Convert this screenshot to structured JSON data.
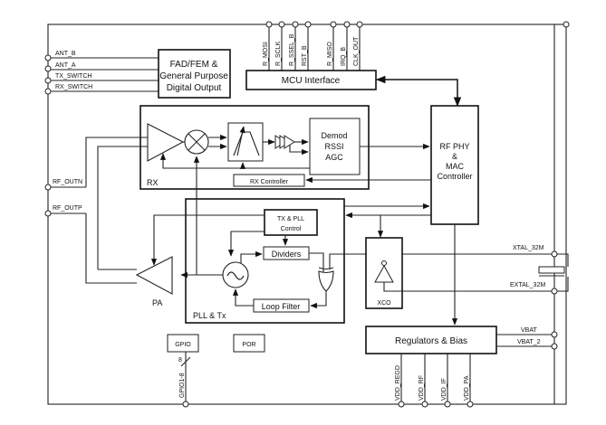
{
  "diagram": {
    "blocks": {
      "fad_fem": [
        "FAD/FEM &",
        "General Purpose",
        "Digital Output"
      ],
      "mcu_interface": "MCU Interface",
      "rx": "RX",
      "demod": [
        "Demod",
        "RSSI",
        "AGC"
      ],
      "rx_controller": "RX Controller",
      "rf_phy": [
        "RF PHY",
        "&",
        "MAC",
        "Controller"
      ],
      "tx_pll_control": [
        "TX & PLL",
        "Control"
      ],
      "dividers": "Dividers",
      "loop_filter": "Loop Filter",
      "pll_tx": "PLL & Tx",
      "pa": "PA",
      "xco": "XCO",
      "regulators": "Regulators & Bias",
      "gpio": "GPIO",
      "por": "POR"
    },
    "pins_left": [
      "ANT_B",
      "ANT_A",
      "TX_SWITCH",
      "RX_SWITCH",
      "RF_OUTN",
      "RF_OUTP"
    ],
    "pins_top": [
      "R_MOSI",
      "R_SCLK",
      "R_SSEL_B",
      "RST_B",
      "R_MISO",
      "IRQ_B",
      "CLK_OUT"
    ],
    "pins_right": [
      "XTAL_32M",
      "EXTAL_32M",
      "VBAT",
      "VBAT_2"
    ],
    "pins_bottom": [
      "GPIO1-8",
      "VDD_REGD",
      "VDD_RF",
      "VDD_IF",
      "VDD_PA"
    ],
    "bus_width": "8"
  }
}
